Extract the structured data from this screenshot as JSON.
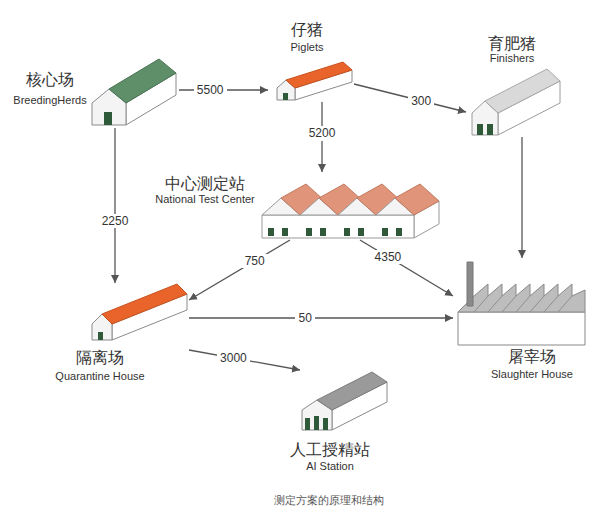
{
  "diagram": {
    "caption": "测定方案的原理和结构",
    "nodes": [
      {
        "text": [
          "核心场",
          "BreedingHerds"
        ]
      },
      {
        "text": [
          "仔猪",
          "Piglets"
        ]
      },
      {
        "text": [
          "育肥猪",
          "Finishers"
        ]
      },
      {
        "text": [
          "中心测定站",
          "National Test Center"
        ]
      },
      {
        "text": [
          "隔离场",
          "Quarantine House"
        ]
      },
      {
        "text": [
          "屠宰场",
          "Slaughter House"
        ]
      },
      {
        "text": [
          "人工授精站",
          "AI Station"
        ]
      }
    ],
    "edges": [
      {
        "from": 0,
        "to": 1,
        "label": "5500",
        "arrow": "to"
      },
      {
        "from": 1,
        "to": 2,
        "label": "300",
        "arrow": "to"
      },
      {
        "from": 1,
        "to": 3,
        "label": "5200",
        "arrow": "to"
      },
      {
        "from": 0,
        "to": 4,
        "label": "2250",
        "arrow": "to"
      },
      {
        "from": 3,
        "to": 4,
        "label": "750",
        "arrow": "to"
      },
      {
        "from": 3,
        "to": 5,
        "label": "4350",
        "arrow": "to"
      },
      {
        "from": 4,
        "to": 5,
        "label": "50",
        "arrow": "to"
      },
      {
        "from": 2,
        "to": 5,
        "arrow": "to"
      },
      {
        "from": 4,
        "to": 6,
        "label": "3000",
        "arrow": "to"
      }
    ]
  }
}
